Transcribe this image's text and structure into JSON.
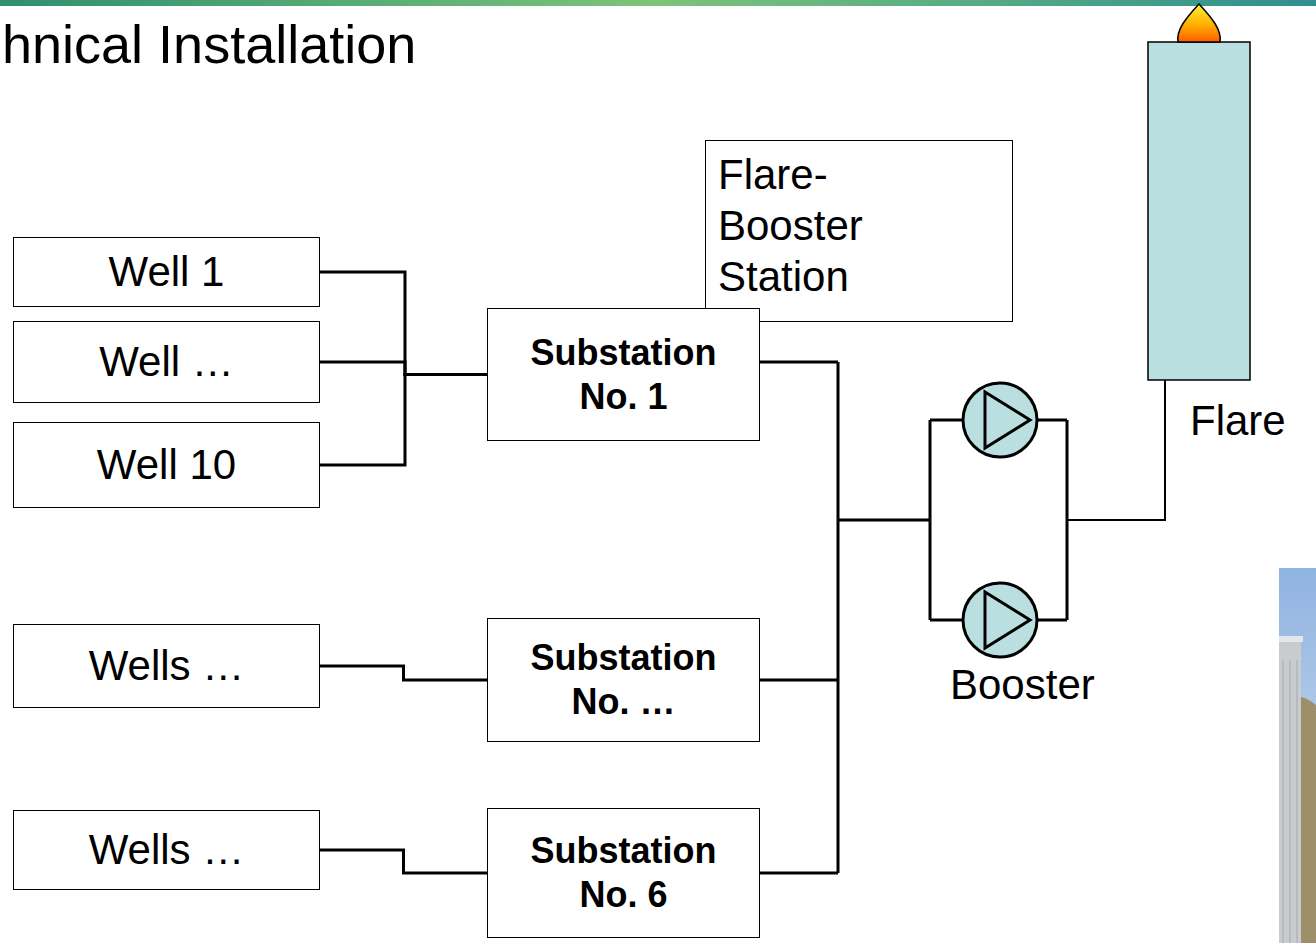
{
  "diagram": {
    "title": "hnical Installation",
    "nodes": [
      {
        "text": [
          "Flare-Booster Station"
        ]
      },
      {
        "text": [
          "Well 1"
        ]
      },
      {
        "text": [
          "Well …"
        ]
      },
      {
        "text": [
          "Well 10"
        ]
      },
      {
        "text": [
          "Substation No. 1"
        ]
      },
      {
        "text": [
          "Wells …"
        ]
      },
      {
        "text": [
          "Substation No. …"
        ]
      },
      {
        "text": [
          "Wells …"
        ]
      },
      {
        "text": [
          "Substation No. 6"
        ]
      }
    ],
    "edges": [
      {
        "from": 1,
        "to": 4,
        "arrow": "none"
      },
      {
        "from": 2,
        "to": 4,
        "arrow": "none"
      },
      {
        "from": 3,
        "to": 4,
        "arrow": "none"
      },
      {
        "from": 5,
        "to": 6,
        "arrow": "none"
      },
      {
        "from": 7,
        "to": 8,
        "arrow": "none"
      }
    ],
    "labels": [
      "Booster",
      "Flare"
    ]
  }
}
